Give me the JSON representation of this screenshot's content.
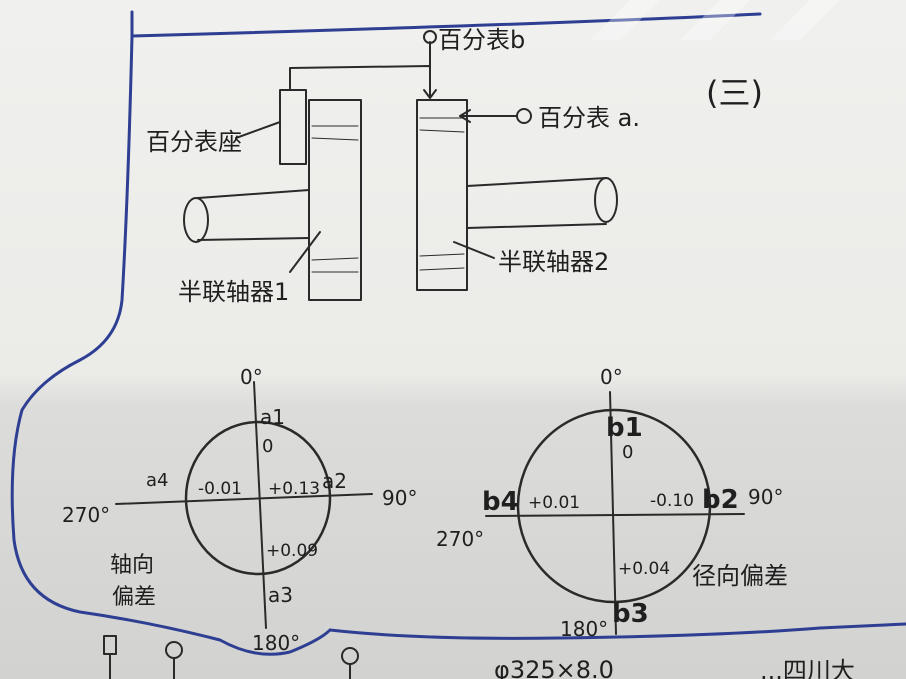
{
  "section_marker": "(三)",
  "top_diagram": {
    "dial_b_label": "百分表b",
    "dial_a_label": "百分表 a.",
    "dial_holder_label": "百分表座",
    "coupling_1_label": "半联轴器1",
    "coupling_2_label": "半联轴器2"
  },
  "axial_circle": {
    "angle_top": "0°",
    "angle_right": "90°",
    "angle_bottom": "180°",
    "angle_left": "270°",
    "point_top": "a1",
    "point_right": "a2",
    "point_bottom": "a3",
    "point_left": "a4",
    "value_top": "0",
    "value_right": "+0.13",
    "value_bottom": "+0.09",
    "value_left": "-0.01",
    "caption_line1": "轴向",
    "caption_line2": "偏差"
  },
  "radial_circle": {
    "angle_top": "0°",
    "angle_right": "90°",
    "angle_bottom": "180°",
    "angle_left": "270°",
    "point_top": "b1",
    "point_right": "b2",
    "point_bottom": "b3",
    "point_left": "b4",
    "value_top": "0",
    "value_right": "-0.10",
    "value_bottom": "+0.04",
    "value_left": "+0.01",
    "caption": "径向偏差"
  },
  "bottom_note": "φ325×8.0",
  "bottom_right_fragment": "...四川大"
}
